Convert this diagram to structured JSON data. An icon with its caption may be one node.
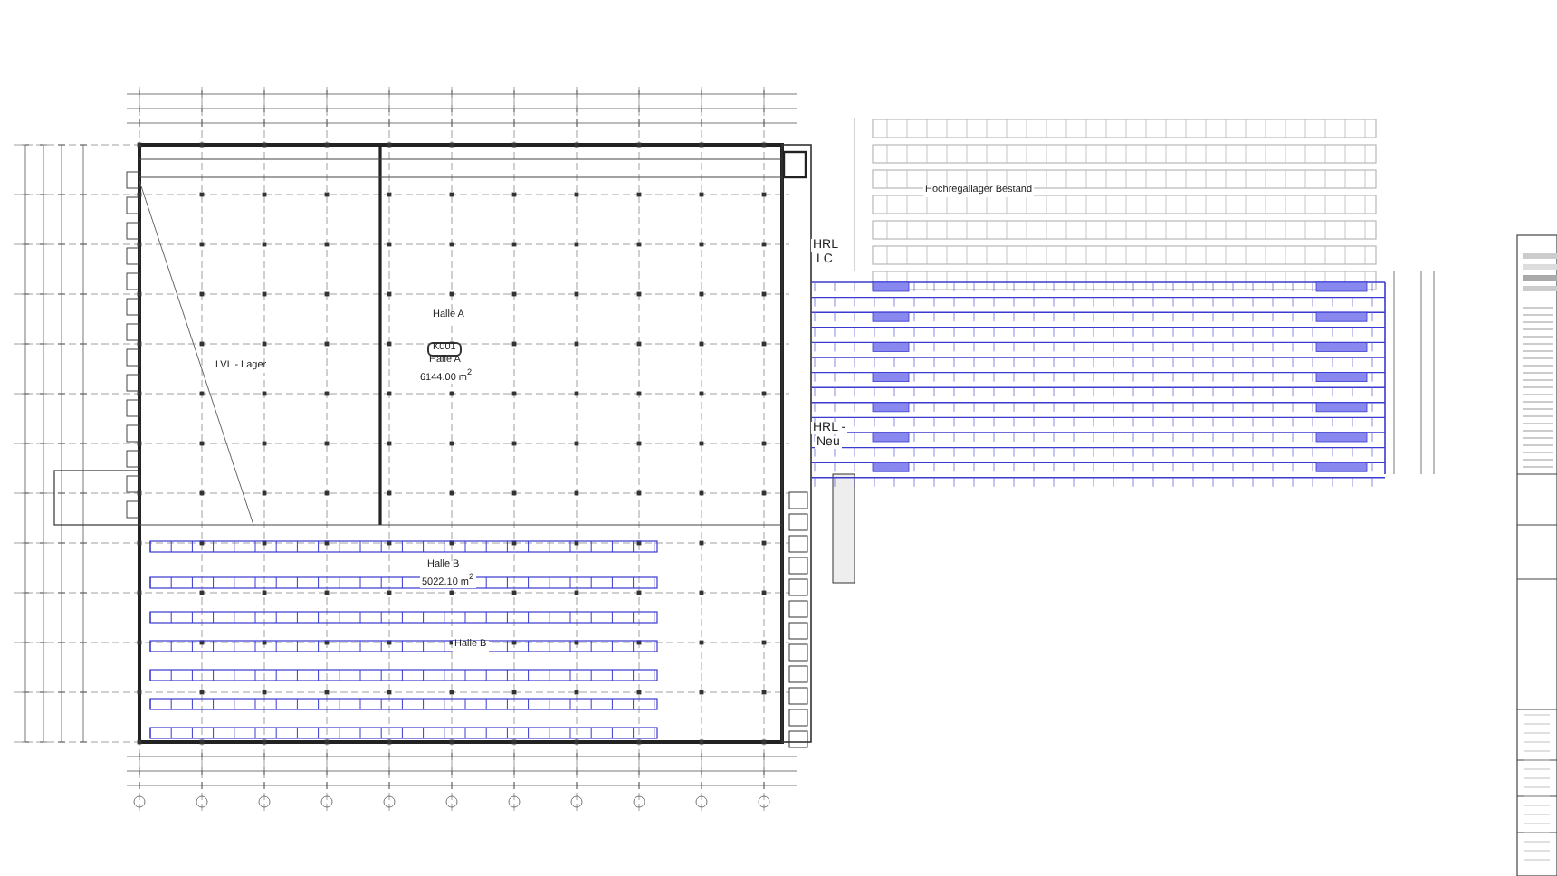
{
  "diagram": {
    "labels": [
      "Halle A",
      "K001",
      "LVL - Lager",
      "Halle A",
      "6144.00 m$^{2}$",
      "Hochregallager Bestand",
      "HRL",
      "LC",
      "HRL -",
      "Neu",
      "Halle B",
      "5022.10 m$^{2}$",
      "Halle B"
    ]
  }
}
